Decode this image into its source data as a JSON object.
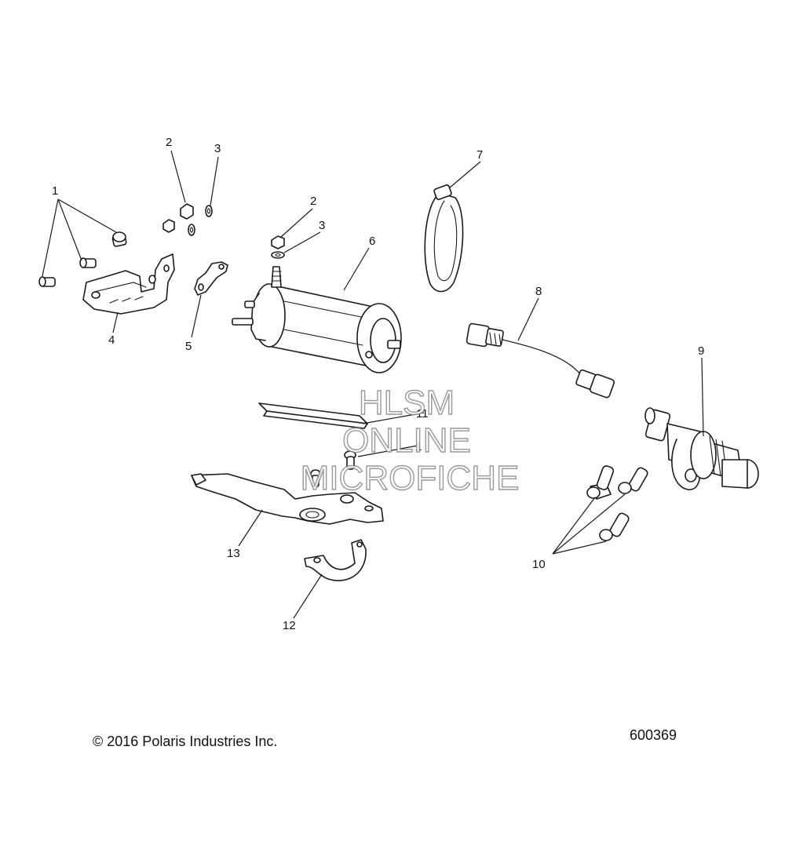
{
  "diagram": {
    "callouts": {
      "c1a": "1",
      "c1b": "1",
      "c2a": "2",
      "c2b": "2",
      "c3a": "3",
      "c3b": "3",
      "c4": "4",
      "c5": "5",
      "c6": "6",
      "c7": "7",
      "c8": "8",
      "c9": "9",
      "c10": "10",
      "c11": "11",
      "c12": "12",
      "c13": "13"
    }
  },
  "watermark": {
    "line1": "HLSM",
    "line2": "ONLINE",
    "line3": "MICROFICHE"
  },
  "footer": {
    "copyright": "© 2016 Polaris Industries Inc.",
    "figure_id": "600369"
  }
}
